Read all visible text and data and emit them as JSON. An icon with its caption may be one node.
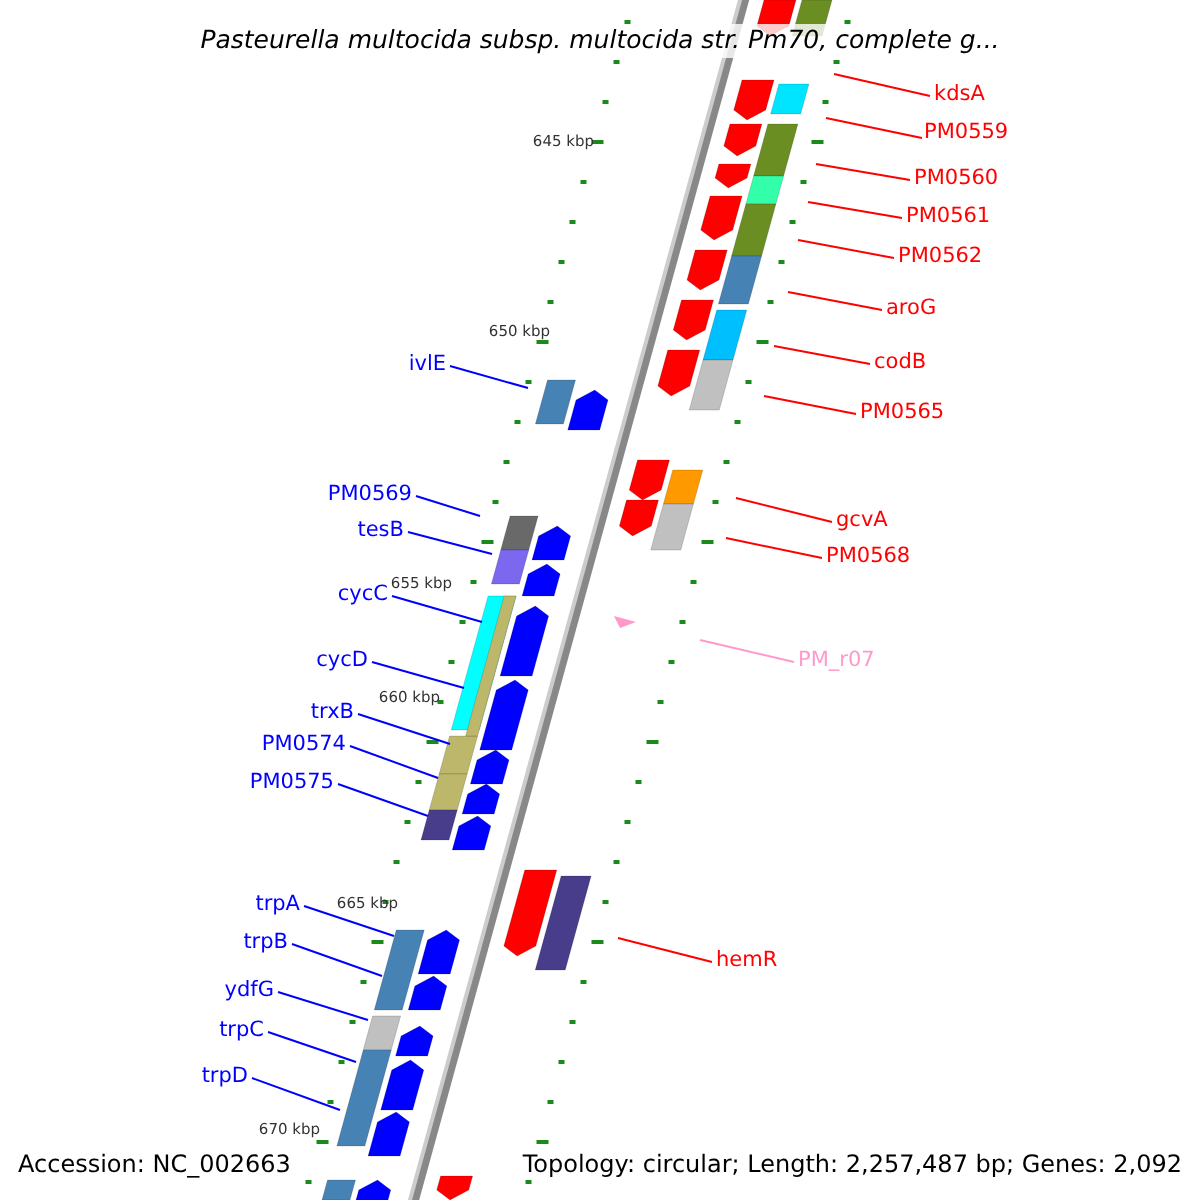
{
  "diagram": {
    "title": "Pasteurella multocida subsp. multocida str. Pm70, complete g...",
    "nodes": [
      {
        "text": [
          "kdsA"
        ]
      },
      {
        "text": [
          "PM0559"
        ]
      },
      {
        "text": [
          "PM0560"
        ]
      },
      {
        "text": [
          "PM0561"
        ]
      },
      {
        "text": [
          "PM0562"
        ]
      },
      {
        "text": [
          "aroG"
        ]
      },
      {
        "text": [
          "codB"
        ]
      },
      {
        "text": [
          "PM0565"
        ]
      },
      {
        "text": [
          "ivlE"
        ]
      },
      {
        "text": [
          "PM0569"
        ]
      },
      {
        "text": [
          "tesB"
        ]
      },
      {
        "text": [
          "gcvA"
        ]
      },
      {
        "text": [
          "PM0568"
        ]
      },
      {
        "text": [
          "cycC"
        ]
      },
      {
        "text": [
          "PM_r07"
        ]
      },
      {
        "text": [
          "cycD"
        ]
      },
      {
        "text": [
          "trxB"
        ]
      },
      {
        "text": [
          "PM0574"
        ]
      },
      {
        "text": [
          "PM0575"
        ]
      },
      {
        "text": [
          "trpA"
        ]
      },
      {
        "text": [
          "hemR"
        ]
      },
      {
        "text": [
          "trpB"
        ]
      },
      {
        "text": [
          "ydfG"
        ]
      },
      {
        "text": [
          "trpC"
        ]
      },
      {
        "text": [
          "trpD"
        ]
      }
    ],
    "edges": [
      {
        "from": 0,
        "to": null,
        "arrow": "none",
        "color": "#ff0000"
      },
      {
        "from": 1,
        "to": null,
        "arrow": "none",
        "color": "#ff0000"
      },
      {
        "from": 2,
        "to": null,
        "arrow": "none",
        "color": "#ff0000"
      },
      {
        "from": 3,
        "to": null,
        "arrow": "none",
        "color": "#ff0000"
      },
      {
        "from": 4,
        "to": null,
        "arrow": "none",
        "color": "#ff0000"
      },
      {
        "from": 5,
        "to": null,
        "arrow": "none",
        "color": "#ff0000"
      },
      {
        "from": 6,
        "to": null,
        "arrow": "none",
        "color": "#ff0000"
      },
      {
        "from": 7,
        "to": null,
        "arrow": "none",
        "color": "#ff0000"
      },
      {
        "from": 8,
        "to": null,
        "arrow": "none"
      },
      {
        "from": 9,
        "to": null,
        "arrow": "none"
      },
      {
        "from": 10,
        "to": null,
        "arrow": "none"
      },
      {
        "from": 11,
        "to": null,
        "arrow": "none",
        "color": "#ff0000"
      },
      {
        "from": 12,
        "to": null,
        "arrow": "none",
        "color": "#ff0000"
      },
      {
        "from": 13,
        "to": null,
        "arrow": "none"
      },
      {
        "from": 14,
        "to": null,
        "arrow": "none",
        "color": "#ff99cc"
      },
      {
        "from": 15,
        "to": null,
        "arrow": "none"
      },
      {
        "from": 16,
        "to": null,
        "arrow": "none"
      },
      {
        "from": 17,
        "to": null,
        "arrow": "none"
      },
      {
        "from": 18,
        "to": null,
        "arrow": "none"
      },
      {
        "from": 19,
        "to": null,
        "arrow": "none"
      },
      {
        "from": 20,
        "to": null,
        "arrow": "none",
        "color": "#ff0000"
      },
      {
        "from": 21,
        "to": null,
        "arrow": "none"
      },
      {
        "from": 22,
        "to": null,
        "arrow": "none"
      },
      {
        "from": 23,
        "to": null,
        "arrow": "none"
      },
      {
        "from": 24,
        "to": null,
        "arrow": "none"
      }
    ],
    "labels": [
      "645 kbp",
      "650 kbp",
      "655 kbp",
      "660 kbp",
      "665 kbp",
      "670 kbp",
      "Accession: NC_002663",
      "Topology: circular; Length: 2,257,487 bp; Genes: 2,092"
    ]
  }
}
